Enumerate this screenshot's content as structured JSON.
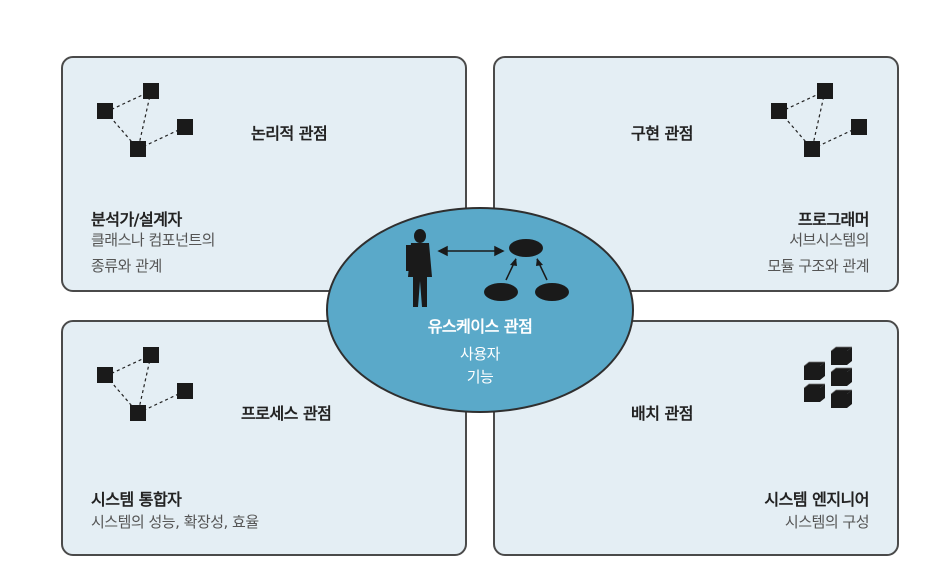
{
  "logical": {
    "title": "논리적 관점",
    "role": "분석가/설계자",
    "desc_line1": "클래스나 컴포넌트의",
    "desc_line2": "종류와 관계"
  },
  "implementation": {
    "title": "구현 관점",
    "role": "프로그래머",
    "desc_line1": "서브시스템의",
    "desc_line2": "모듈 구조와 관계"
  },
  "process": {
    "title": "프로세스 관점",
    "role": "시스템 통합자",
    "desc_line1": "시스템의 성능, 확장성, 효율"
  },
  "deployment": {
    "title": "배치 관점",
    "role": "시스템 엔지니어",
    "desc_line1": "시스템의 구성"
  },
  "usecase": {
    "title": "유스케이스 관점",
    "line1": "사용자",
    "line2": "기능"
  },
  "colors": {
    "panel_bg": "#e4eef4",
    "center_bg": "#5aa9c9",
    "border": "#4a4a4a"
  }
}
